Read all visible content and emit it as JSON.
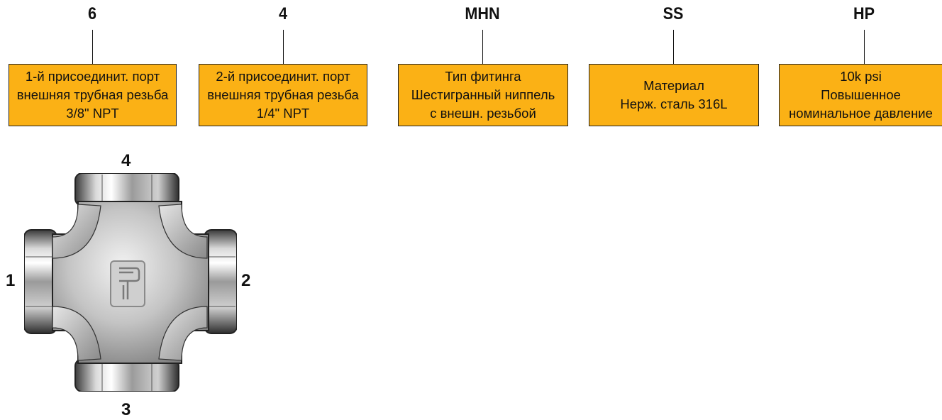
{
  "columns": [
    {
      "code": "6",
      "lines": [
        "1-й присоединит. порт",
        "внешняя трубная резьба",
        "3/8\" NPT"
      ]
    },
    {
      "code": "4",
      "lines": [
        "2-й присоединит. порт",
        "внешняя трубная резьба",
        "1/4\" NPT"
      ]
    },
    {
      "code": "MHN",
      "lines": [
        "Тип фитинга",
        "Шестигранный ниппель",
        "с внешн. резьбой"
      ]
    },
    {
      "code": "SS",
      "lines": [
        "Материал",
        "Нерж. сталь 316L"
      ]
    },
    {
      "code": "HP",
      "lines": [
        "10k psi",
        "Повышенное",
        "номинальное давление"
      ]
    }
  ],
  "ports": {
    "left": "1",
    "right": "2",
    "top": "4",
    "bottom": "3"
  },
  "colors": {
    "box_fill": "#FBB115",
    "box_border": "#222222",
    "text": "#111111"
  }
}
